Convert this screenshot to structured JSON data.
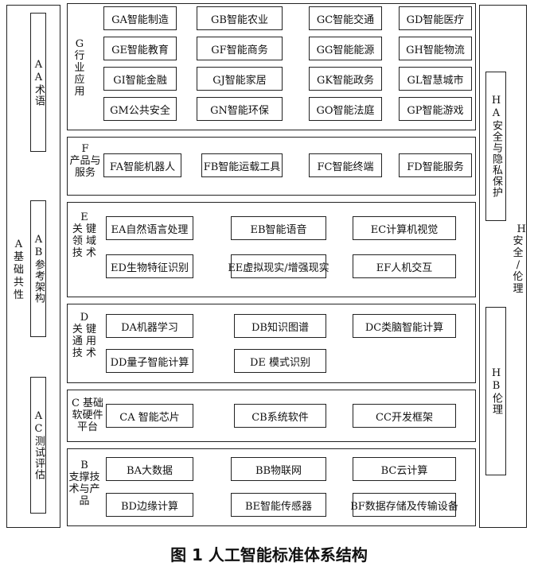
{
  "left_column": {
    "outer_label": "A\n基\n础\n共\n性",
    "aa": "AA术语",
    "ab": "AB参考架构",
    "ac": "AC测试评估"
  },
  "right_column": {
    "outer_label": "H\n安\n全\n/\n伦\n理",
    "ha": "HA安全与隐私保护",
    "hb": "HB伦理"
  },
  "sections": {
    "g": {
      "label": "G\n行\n业\n应\n用",
      "items": [
        "GA智能制造",
        "GB智能农业",
        "GC智能交通",
        "GD智能医疗",
        "GE智能教育",
        "GF智能商务",
        "GG智能能源",
        "GH智能物流",
        "GI智能金融",
        "GJ智能家居",
        "GK智能政务",
        "GL智慧城市",
        "GM公共安全",
        "GN智能环保",
        "GO智能法庭",
        "GP智能游戏"
      ]
    },
    "f": {
      "label": "F\n产品与\n服务",
      "items": [
        "FA智能机器人",
        "FB智能运载工具",
        "FC智能终端",
        "FD智能服务"
      ]
    },
    "e": {
      "label": "E\n关 键\n领 域\n技 术",
      "items": [
        "EA自然语言处理",
        "EB智能语音",
        "EC计算机视觉",
        "ED生物特征识别",
        "EE虚拟现实/增强现实",
        "EF人机交互"
      ]
    },
    "d": {
      "label": "D\n关 键\n通 用\n技 术",
      "items": [
        "DA机器学习",
        "DB知识图谱",
        "DC类脑智能计算",
        "DD量子智能计算",
        "DE 模式识别"
      ]
    },
    "c": {
      "label": "C 基础\n软硬件\n平台",
      "items": [
        "CA 智能芯片",
        "CB系统软件",
        "CC开发框架"
      ]
    },
    "b": {
      "label": "B\n支撑技\n术与产\n品",
      "items": [
        "BA大数据",
        "BB物联网",
        "BC云计算",
        "BD边缘计算",
        "BE智能传感器",
        "BF数据存储及传输设备"
      ]
    }
  },
  "caption": "图 1  人工智能标准体系结构"
}
